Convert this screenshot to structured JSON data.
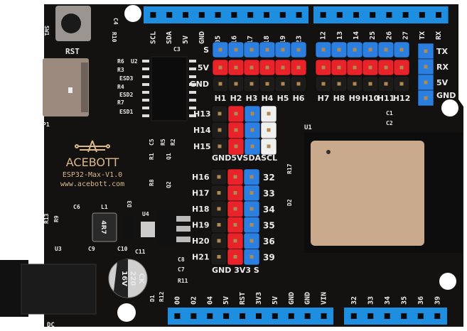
{
  "board": {
    "brand": "ACEBOTT",
    "model": "ESP32-Max-V1.0",
    "website": "www.acebott.com",
    "reset_label": "RST",
    "dc_label": "DC",
    "module_label": "U1",
    "capacitor_marking": [
      "CK",
      "220",
      "16V"
    ],
    "inductor_marking": "4R7"
  },
  "top_header_left": [
    "SCL",
    "SDA",
    "5V",
    "GND",
    "05",
    "16",
    "17",
    "18",
    "19",
    "23"
  ],
  "top_header_right": [
    "12",
    "13",
    "14",
    "25",
    "26",
    "27",
    "TX",
    "RX"
  ],
  "sensor_rows": {
    "row_labels": [
      "S",
      "5V",
      "GND"
    ],
    "group_left": [
      "H1",
      "H2",
      "H3",
      "H4",
      "H5",
      "H6"
    ],
    "group_right": [
      "H7",
      "H8",
      "H9",
      "H10",
      "H11",
      "H12"
    ]
  },
  "uart_header": [
    "TX",
    "RX",
    "5V",
    "GND"
  ],
  "i2c_block": {
    "rows": [
      "H13",
      "H14",
      "H15"
    ],
    "columns_label": "GND5VSDASCL"
  },
  "analog_block": {
    "rows": [
      "H16",
      "H17",
      "H18",
      "H19",
      "H20",
      "H21"
    ],
    "pins": [
      "32",
      "33",
      "34",
      "35",
      "36",
      "39"
    ],
    "columns_label": "GND 3V3 S"
  },
  "bottom_header_left": [
    "00",
    "02",
    "04",
    "5V",
    "RST",
    "3V3",
    "5V",
    "GND",
    "GND",
    "VIN"
  ],
  "bottom_header_right": [
    "32",
    "33",
    "34",
    "35",
    "36",
    "39"
  ],
  "component_labels": [
    "SW1",
    "C4",
    "R10",
    "C3",
    "R6",
    "U2",
    "R3",
    "ESD3",
    "R4",
    "ESD2",
    "R7",
    "ESD1",
    "P1",
    "C5",
    "R5",
    "R2",
    "R1",
    "Q1",
    "Q2",
    "R8",
    "C6",
    "L1",
    "D3",
    "U4",
    "R13",
    "R9",
    "U3",
    "C9",
    "C10",
    "C11",
    "C8",
    "C7",
    "R11",
    "D1",
    "R12",
    "D2",
    "R17",
    "C1",
    "C2"
  ],
  "colors": {
    "pcb": "#141211",
    "header_blue": "#1e8fe0",
    "pin_red": "#e8232a",
    "pin_blue": "#2a7fe0",
    "pin_black": "#1e1c1b",
    "pin_white": "#f0f0f0",
    "module_shield": "#c9aa8d"
  }
}
